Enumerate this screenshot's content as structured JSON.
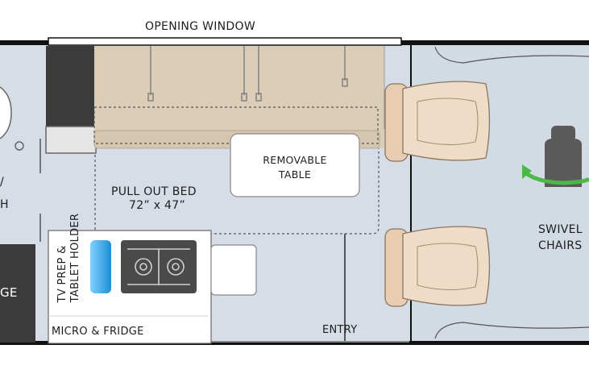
{
  "labels": {
    "opening_window": "OPENING WINDOW",
    "removable_table": [
      "REMOVABLE",
      "TABLE"
    ],
    "pull_out_bed": "PULL OUT BED",
    "bed_size": "72” x 47”",
    "tv_prep": [
      "TV PREP &",
      "TABLET HOLDER"
    ],
    "micro_fridge": "MICRO & FRIDGE",
    "entry": "ENTRY",
    "swivel_chairs": [
      "SWIVEL",
      "CHAIRS"
    ],
    "left_partial_top": "/",
    "left_partial_mid": "H",
    "left_partial_bottom": "GE"
  },
  "icons": [
    "cooktop-icon",
    "sink-icon",
    "seat-icon",
    "swivel-arrow-icon",
    "captain-chair-icon"
  ],
  "colors": {
    "floor": "#d6dde6",
    "sofa": "#dccdb9",
    "chair": "#f0dcc6",
    "wall": "#111111",
    "cabinet": "#3b3b3b",
    "sink_blue": "#2a9ee0",
    "swivel_green": "#4cb848"
  }
}
